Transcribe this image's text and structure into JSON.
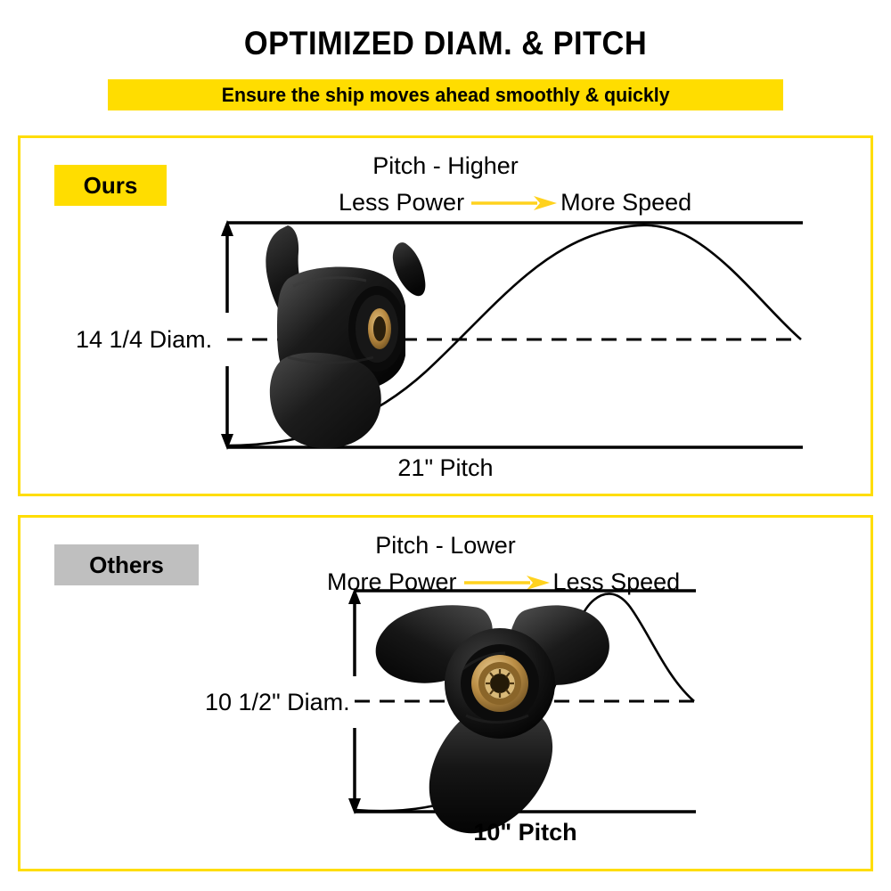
{
  "header": {
    "title": "OPTIMIZED DIAM. & PITCH",
    "subtitle": "Ensure the ship moves ahead smoothly & quickly",
    "highlight_color": "#FFDD00"
  },
  "panels": [
    {
      "badge_label": "Ours",
      "badge_color": "#FFDD00",
      "pitch_heading": "Pitch - Higher",
      "power_left": "Less Power",
      "power_right": "More Speed",
      "arrow_color": "#FFD21E",
      "diam_label": "14 1/4 Diam.",
      "pitch_label": "21\" Pitch",
      "propeller_view": "side",
      "propeller_color": "#111111",
      "hub_color": "#B5873F"
    },
    {
      "badge_label": "Others",
      "badge_color": "#BFBFBF",
      "pitch_heading": "Pitch - Lower",
      "power_left": "More Power",
      "power_right": "Less Speed",
      "arrow_color": "#FFD21E",
      "diam_label": "10 1/2\" Diam.",
      "pitch_label": "10\" Pitch",
      "propeller_view": "front",
      "propeller_color": "#111111",
      "hub_color": "#B5873F"
    }
  ],
  "chart_data": [
    {
      "type": "line",
      "title": "21\" Pitch wave",
      "xlabel": "21\" Pitch",
      "ylabel": "14 1/4 Diam.",
      "description": "Single long-wavelength sine arc: low amplitude start, rises to crest near right, falls to centerline at the right edge.",
      "x": [
        0,
        0.1,
        0.2,
        0.3,
        0.4,
        0.5,
        0.6,
        0.7,
        0.8,
        0.9,
        1.0
      ],
      "y": [
        0.0,
        0.02,
        0.1,
        0.25,
        0.44,
        0.63,
        0.82,
        0.95,
        1.0,
        0.88,
        0.5
      ],
      "ylim": [
        0,
        1
      ],
      "grid": false,
      "legend": "none"
    },
    {
      "type": "line",
      "title": "10\" Pitch wave",
      "xlabel": "10\" Pitch",
      "ylabel": "10 1/2\" Diam.",
      "description": "Short-wavelength sine arc: flat low start, steep rise to crest, steep fall back to centerline.",
      "x": [
        0,
        0.1,
        0.2,
        0.3,
        0.4,
        0.5,
        0.6,
        0.7,
        0.8,
        0.9,
        1.0
      ],
      "y": [
        0.02,
        0.0,
        0.02,
        0.1,
        0.3,
        0.58,
        0.82,
        0.97,
        1.0,
        0.84,
        0.5
      ],
      "ylim": [
        0,
        1
      ],
      "grid": false,
      "legend": "none"
    }
  ]
}
